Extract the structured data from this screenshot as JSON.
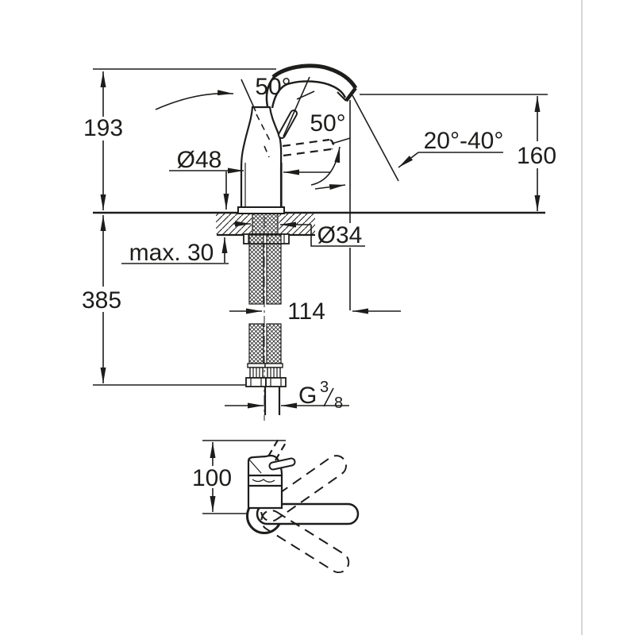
{
  "drawing_title": "single-lever basin faucet dimensional drawing",
  "colors": {
    "line": "#1d1d1b",
    "background": "#ffffff",
    "divider": "#c9c9c9"
  },
  "views": {
    "main": {
      "dims": {
        "overall_height": "193",
        "below_deck_length": "385",
        "body_diameter": "Ø48",
        "shank_diameter": "Ø34",
        "deck_thickness": "max. 30",
        "spout_reach": "114",
        "outlet_height": "160",
        "lever_lift_angle": "50°",
        "lever_side_angle": "50°",
        "stream_angle": "20°-40°",
        "hose_thread": {
          "value": "G 3/8",
          "g": "G",
          "numerator": "3",
          "denominator": "8"
        }
      }
    },
    "front": {
      "dims": {
        "lever_height": "100"
      }
    }
  }
}
